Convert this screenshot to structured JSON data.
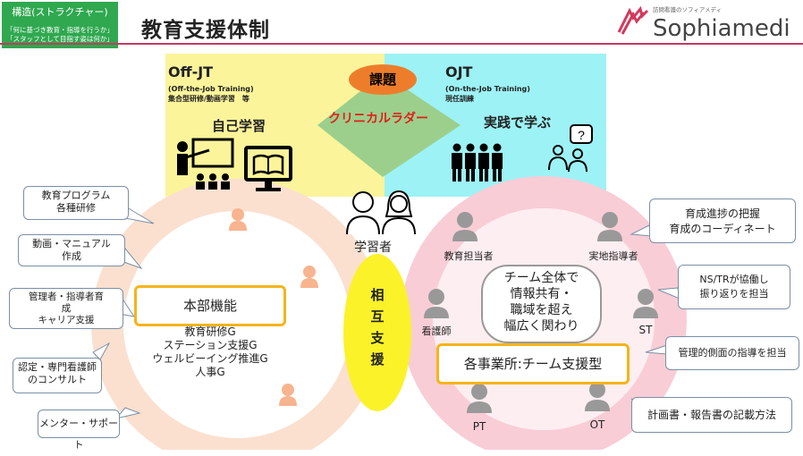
{
  "header": {
    "tag_title": "構造(ストラクチャー)",
    "tag_lines": [
      "「何に基づき教育・指導を行うか」",
      "「スタッフとして目指す姿は何か」"
    ],
    "page_title": "教育支援体制",
    "brand_name": "Sophiamedi",
    "brand_small": "訪問看護のソフィアメディ"
  },
  "top": {
    "offjt_title": "Off-JT",
    "offjt_sub1": "(Off-the-Job Training)",
    "offjt_sub2": "集合型研修/動画学習　等",
    "self_study": "自己学習",
    "issue": "課題",
    "ladder": "クリニカルラダー",
    "ojt_title": "OJT",
    "ojt_sub1": "(On-the-Job Training)",
    "ojt_sub2": "現任訓練",
    "practice": "実践で学ぶ",
    "question_mark": "?"
  },
  "center": {
    "learner": "学習者",
    "mutual_support": [
      "相",
      "互",
      "支",
      "援"
    ]
  },
  "hq": {
    "title": "本部機能",
    "items": [
      "教育研修G",
      "ステーション支援G",
      "ウェルビーイング推進G",
      "人事G"
    ]
  },
  "left_callouts": [
    "教育プログラム\n各種研修",
    "動画・マニュアル\n作成",
    "管理者・指導者育\n成\nキャリア支援",
    "認定・専門看護師\nのコンサルト",
    "メンター・サポート"
  ],
  "team": {
    "cloud_text": [
      "チーム全体で",
      "情報共有・",
      "職域を超え",
      "幅広く関わり"
    ],
    "box_title": "各事業所:チーム支援型",
    "roles": {
      "edu_lead": "教育担当者",
      "field_lead": "実地指導者",
      "nurse": "看護師",
      "st": "ST",
      "pt": "PT",
      "ot": "OT"
    }
  },
  "right_callouts": [
    "育成進捗の把握\n育成のコーディネート",
    "NS/TRが協働し\n振り返りを担当",
    "管理的側面の指導を担当",
    "計画書・報告書の記載方法"
  ],
  "colors": {
    "tag_green": "#2fa84f",
    "title_line": "#c43b63",
    "offjt_yellow": "#fbf49a",
    "ojt_cyan": "#9df2f5",
    "issue_orange": "#ee7d2b",
    "ladder_red": "#e0201b",
    "ladder_diamond": "#9ccf8c",
    "hq_ring": "#fbe0cf",
    "team_ring": "#f9cdd6",
    "mutual_yellow": "#fbf22a",
    "box_border": "#f5b41a"
  }
}
